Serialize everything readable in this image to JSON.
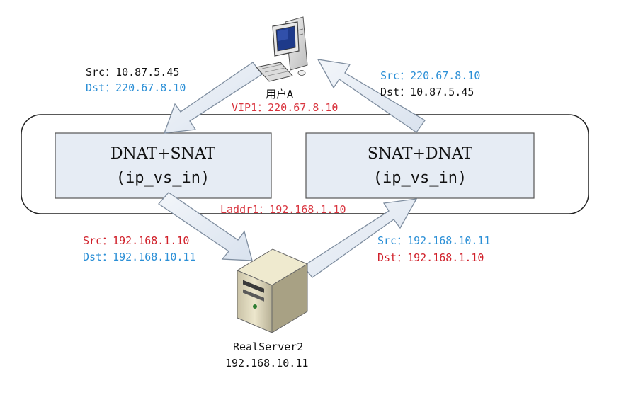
{
  "colors": {
    "black": "#111111",
    "blue": "#2b8fd6",
    "red": "#d0202a",
    "box_fill": "#e6ecf4",
    "box_stroke": "#555555",
    "arrow_fill": "#e4ebf3",
    "arrow_stroke": "#7f8ea0",
    "outline": "#222222"
  },
  "client": {
    "icon": "desktop-computer-icon",
    "label": "用户A",
    "vip": "VIP1：220.67.8.10"
  },
  "lvs": {
    "laddr": "Laddr1：192.168.1.10",
    "inbound_box": {
      "title": "DNAT+SNAT",
      "subtitle": "(ip_vs_in)"
    },
    "outbound_box": {
      "title": "SNAT+DNAT",
      "subtitle": "(ip_vs_in)"
    }
  },
  "packets": {
    "client_to_lvs": {
      "src": "Src：10.87.5.45",
      "dst": "Dst：220.67.8.10"
    },
    "lvs_to_client": {
      "src": "Src：220.67.8.10",
      "dst": "Dst：10.87.5.45"
    },
    "lvs_to_server": {
      "src": "Src：192.168.1.10",
      "dst": "Dst：192.168.10.11"
    },
    "server_to_lvs": {
      "src": "Src：192.168.10.11",
      "dst": "Dst：192.168.1.10"
    }
  },
  "server": {
    "icon": "server-tower-icon",
    "name": "RealServer2",
    "ip": "192.168.10.11"
  }
}
